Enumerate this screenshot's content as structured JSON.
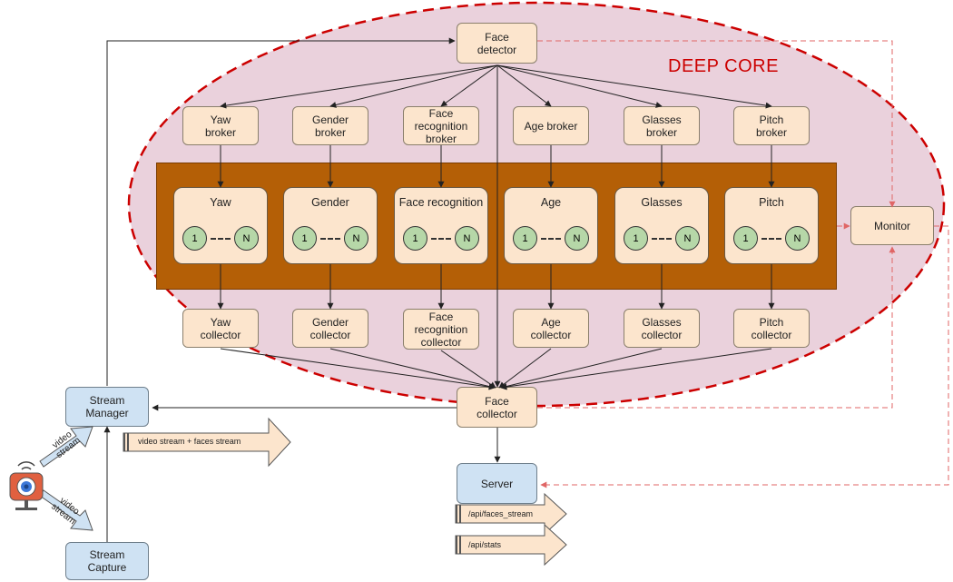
{
  "diagram": {
    "region_label": "DEEP CORE",
    "face_detector": "Face\ndetector",
    "brokers": [
      "Yaw\nbroker",
      "Gender\nbroker",
      "Face\nrecognition\nbroker",
      "Age broker",
      "Glasses\nbroker",
      "Pitch\nbroker"
    ],
    "models": [
      "Yaw",
      "Gender",
      "Face recognition",
      "Age",
      "Glasses",
      "Pitch"
    ],
    "node_first": "1",
    "node_last": "N",
    "collectors": [
      "Yaw\ncollector",
      "Gender\ncollector",
      "Face\nrecognition\ncollector",
      "Age\ncollector",
      "Glasses\ncollector",
      "Pitch\ncollector"
    ],
    "monitor": "Monitor",
    "face_collector": "Face\ncollector",
    "stream_manager": "Stream\nManager",
    "stream_capture": "Stream\nCapture",
    "server": "Server",
    "video_stream_label": "video\nstream",
    "output_stream_label": "video stream + faces stream",
    "api_faces": "/api/faces_stream",
    "api_stats": "/api/stats",
    "camera_icon": "camera-icon",
    "colors": {
      "deep_core_fill": "#ead1dc",
      "deep_core_border": "#cc0000",
      "band": "#b45f06",
      "orange_box": "#fce5cd",
      "blue_box": "#cfe2f3",
      "node": "#b6d7a8",
      "monitor_link": "#e06666"
    }
  }
}
